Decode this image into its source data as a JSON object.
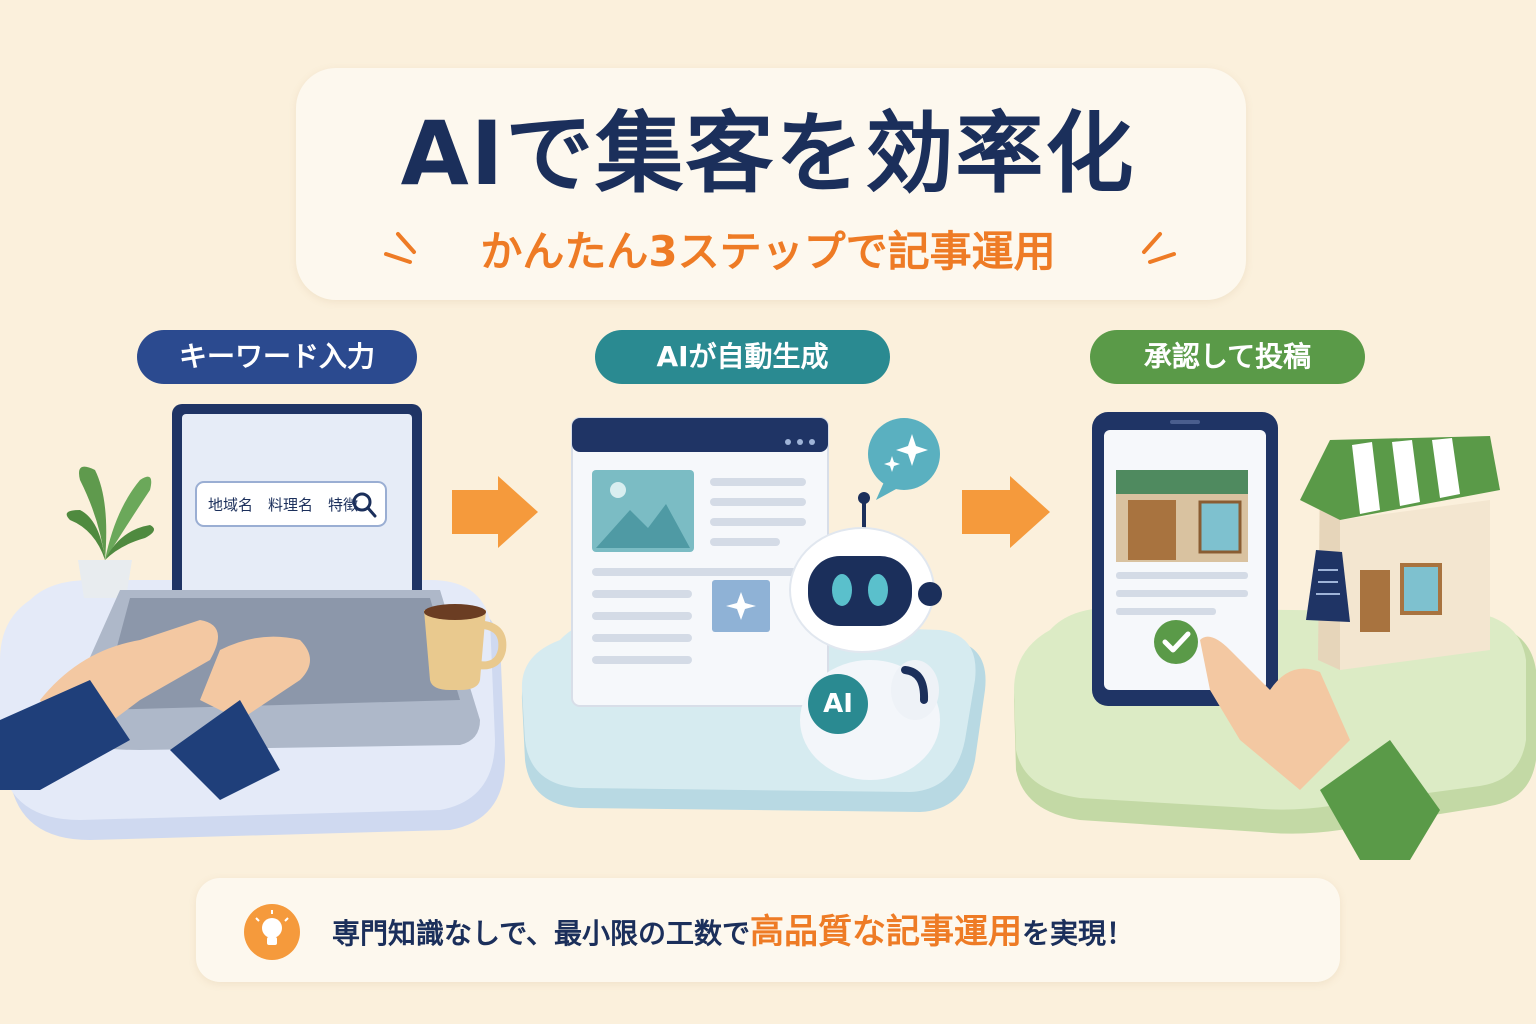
{
  "header": {
    "title": "AIで集客を効率化",
    "subtitle": "かんたん3ステップで記事運用"
  },
  "steps": [
    {
      "label": "キーワード入力",
      "color": "#2b4a8f"
    },
    {
      "label": "AIが自動生成",
      "color": "#2a8a91"
    },
    {
      "label": "承認して投稿",
      "color": "#5a9a48"
    }
  ],
  "search": {
    "text": "地域名　料理名　特徴"
  },
  "robot": {
    "badge": "AI"
  },
  "footer": {
    "text_before": "専門知識なしで、最小限の工数で",
    "text_highlight": "高品質な記事運用",
    "text_after": "を実現！"
  },
  "colors": {
    "navy": "#1b2f5b",
    "orange": "#ee7b25",
    "background": "#fbf0dc"
  }
}
